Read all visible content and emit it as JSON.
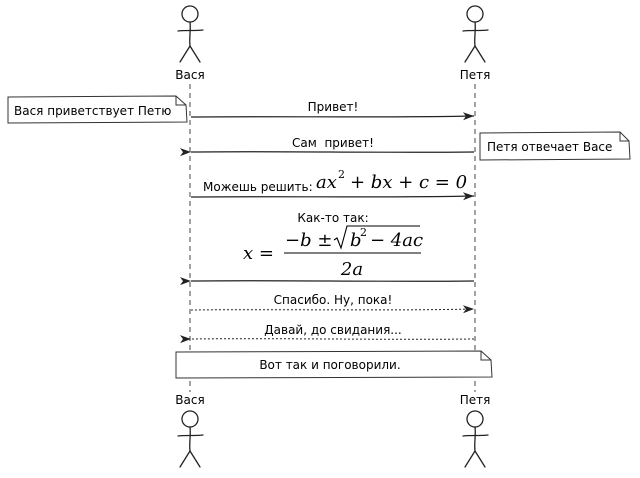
{
  "actors": {
    "left": "Вася",
    "right": "Петя"
  },
  "notes": {
    "left_note": "Вася приветствует Петю",
    "right_note": "Петя отвечает Васе",
    "bottom_note": "Вот так и поговорили."
  },
  "messages": {
    "m1": "Привет!",
    "m2": "Сам  привет!",
    "m3": "Можешь решить:",
    "m4": "Как-то так:",
    "m5": "Спасибо. Ну, пока!",
    "m6": "Давай, до свидания..."
  },
  "formulas": {
    "quadratic_lhs": "ax",
    "quadratic_sq": "2",
    "quadratic_rest": "+ bx + c = 0",
    "sol_x": "x =",
    "sol_num_pre": "−b ±",
    "sol_sqrt_body": "b",
    "sol_sqrt_sq": "2",
    "sol_sqrt_rest": "− 4ac",
    "sol_den": "2a"
  },
  "colors": {
    "line": "#222222",
    "note_fill": "#ffffff"
  }
}
